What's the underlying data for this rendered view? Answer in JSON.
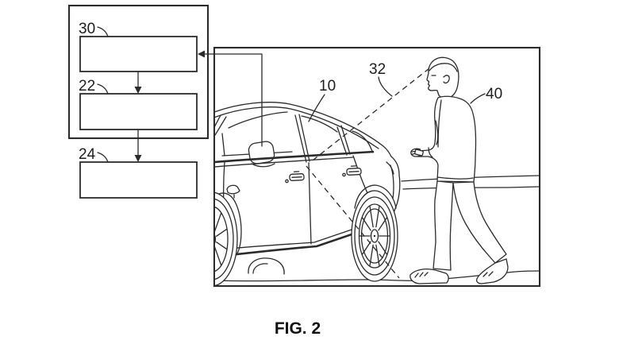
{
  "figure": {
    "caption": "FIG. 2",
    "type_note": "patent-line-drawing"
  },
  "labels": {
    "box30": "30",
    "box22": "22",
    "box24": "24",
    "vehicle": "10",
    "sight_line": "32",
    "person": "40"
  },
  "colors": {
    "line": "#2b2b2b",
    "background": "#ffffff"
  }
}
